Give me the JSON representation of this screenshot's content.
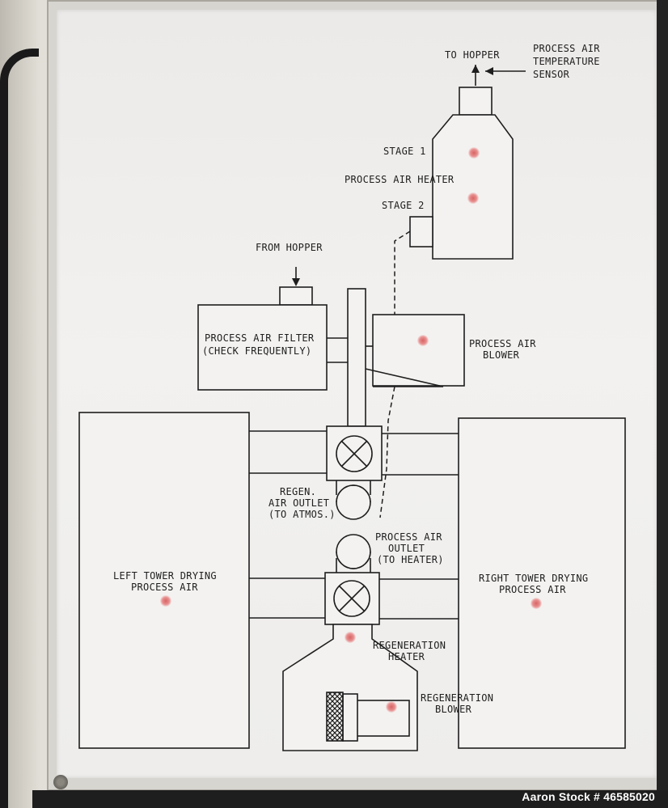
{
  "labels": {
    "to_hopper": "TO HOPPER",
    "temp_sensor_1": "PROCESS AIR",
    "temp_sensor_2": "TEMPERATURE",
    "temp_sensor_3": "SENSOR",
    "stage1": "STAGE 1",
    "process_air_heater": "PROCESS AIR HEATER",
    "stage2": "STAGE 2",
    "from_hopper": "FROM HOPPER",
    "filter_1": "PROCESS AIR FILTER",
    "filter_2": "(CHECK FREQUENTLY)",
    "blower_1": "PROCESS AIR",
    "blower_2": "BLOWER",
    "regen_outlet_1": "REGEN.",
    "regen_outlet_2": "AIR OUTLET",
    "regen_outlet_3": "(TO ATMOS.)",
    "proc_outlet_1": "PROCESS AIR",
    "proc_outlet_2": "OUTLET",
    "proc_outlet_3": "(TO HEATER)",
    "left_tower_1": "LEFT TOWER DRYING",
    "left_tower_2": "PROCESS AIR",
    "right_tower_1": "RIGHT TOWER DRYING",
    "right_tower_2": "PROCESS AIR",
    "regen_heater_1": "REGENERATION",
    "regen_heater_2": "HEATER",
    "regen_blower_1": "REGENERATION",
    "regen_blower_2": "BLOWER"
  },
  "watermark": "Aaron Stock # 46585020",
  "colors": {
    "panel": "#f0efed",
    "line": "#1e1e1e",
    "indicator": "#d86464",
    "gasket": "#1e1e1e"
  }
}
